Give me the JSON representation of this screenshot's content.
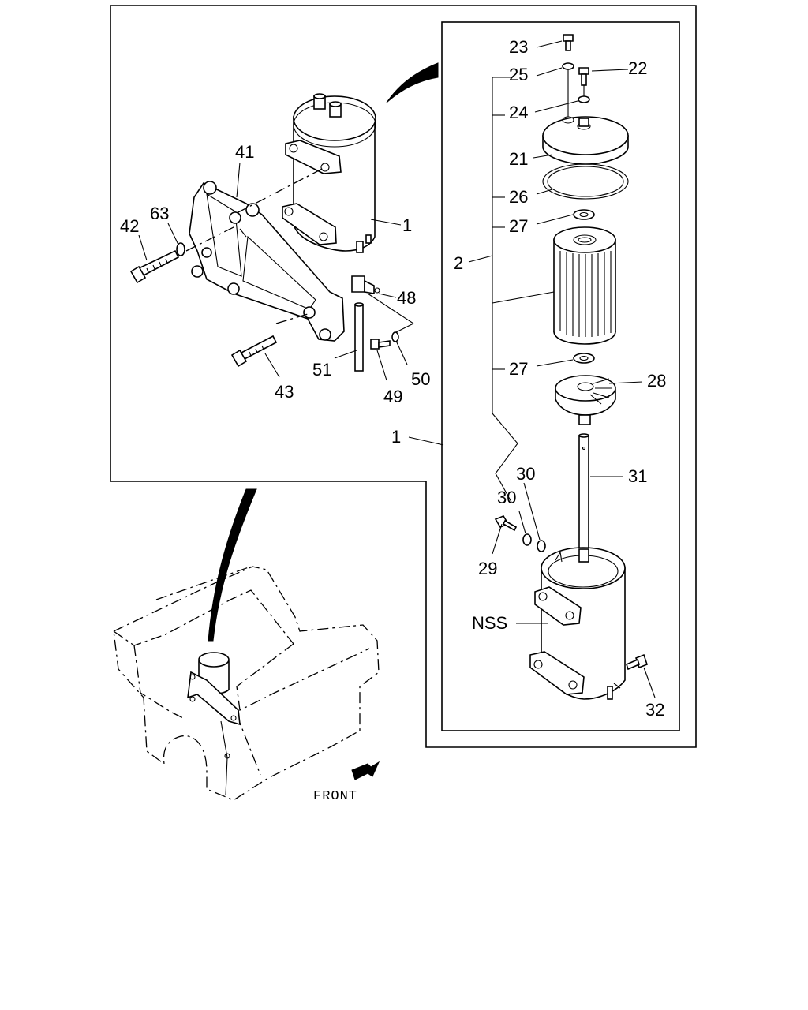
{
  "diagram": {
    "callouts": {
      "c23": "23",
      "c25": "25",
      "c22": "22",
      "c24": "24",
      "c21": "21",
      "c26": "26",
      "c27a": "27",
      "c2": "2",
      "c27b": "27",
      "c28": "28",
      "c1_right": "1",
      "c30a": "30",
      "c31": "31",
      "c30b": "30",
      "c29": "29",
      "cNSS": "NSS",
      "c32": "32",
      "c41": "41",
      "c63": "63",
      "c42": "42",
      "c1_left": "1",
      "c48": "48",
      "c51": "51",
      "c50": "50",
      "c49": "49",
      "c43": "43"
    },
    "front_label": "FRONT"
  }
}
